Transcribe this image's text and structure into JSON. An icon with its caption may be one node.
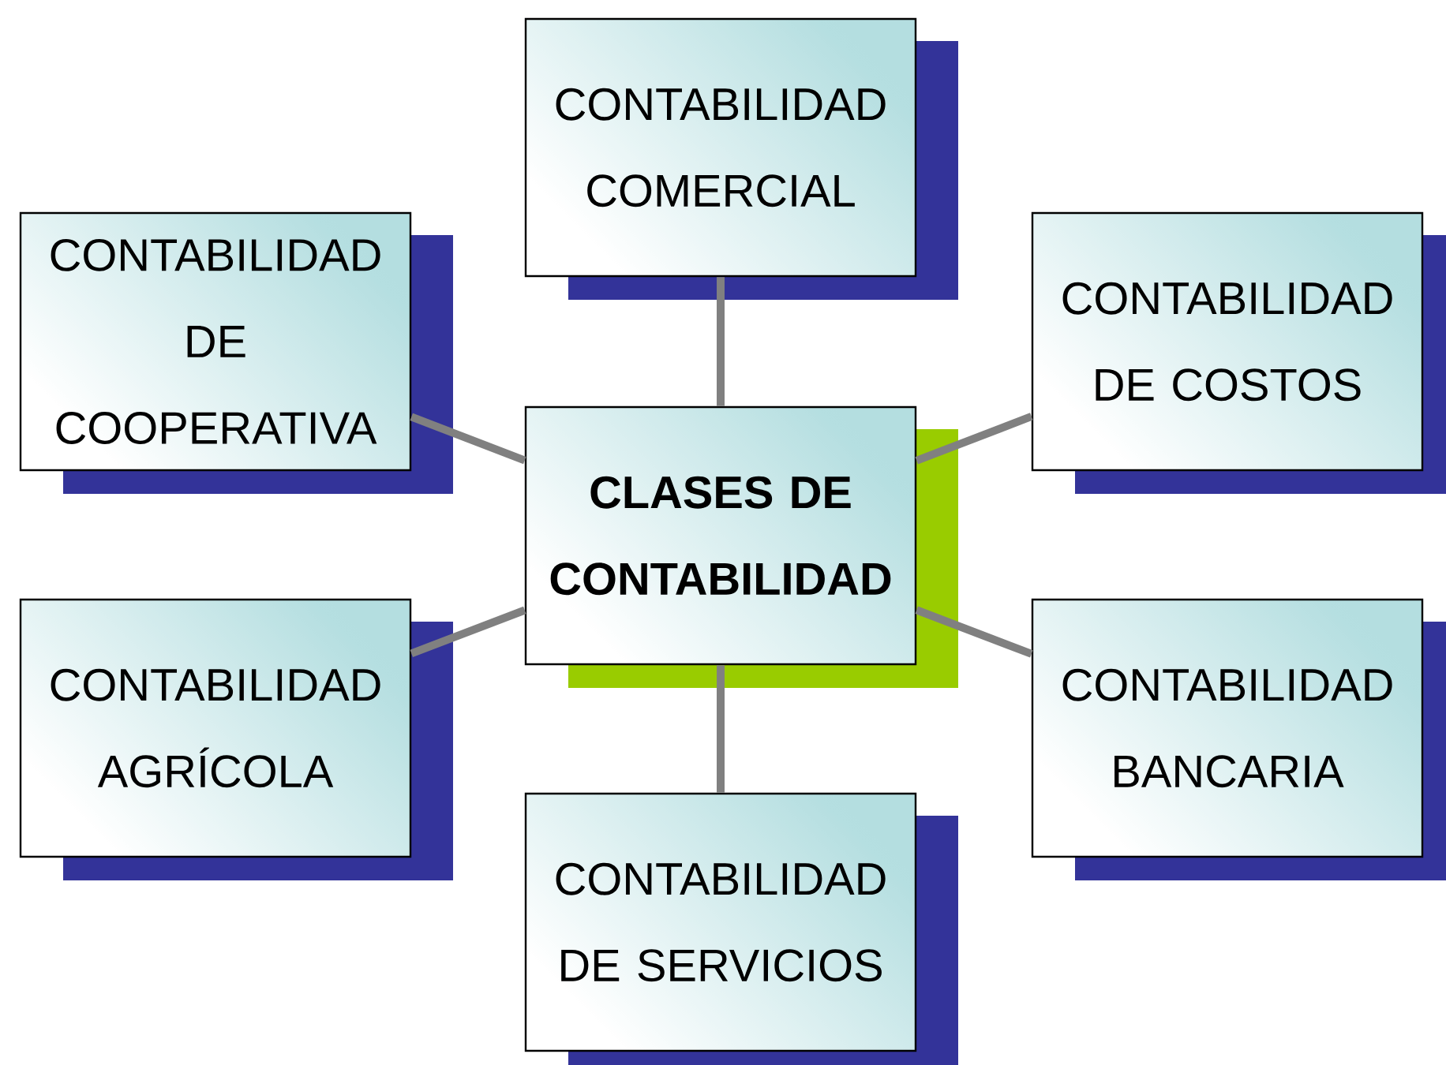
{
  "diagram": {
    "nodes": [
      {
        "text": [
          "CONTABILIDAD COMERCIAL"
        ]
      },
      {
        "text": [
          "CONTABILIDAD DE COOPERATIVA"
        ]
      },
      {
        "text": [
          "CONTABILIDAD DE COSTOS"
        ]
      },
      {
        "text": [
          "CLASES DE CONTABILIDAD"
        ]
      },
      {
        "text": [
          "CONTABILIDAD AGRÍCOLA"
        ]
      },
      {
        "text": [
          "CONTABILIDAD BANCARIA"
        ]
      },
      {
        "text": [
          "CONTABILIDAD DE SERVICIOS"
        ]
      }
    ],
    "edges": [
      {
        "from": 3,
        "to": 0,
        "arrow": "none"
      },
      {
        "from": 3,
        "to": 1,
        "arrow": "none"
      },
      {
        "from": 3,
        "to": 2,
        "arrow": "none"
      },
      {
        "from": 3,
        "to": 4,
        "arrow": "none"
      },
      {
        "from": 3,
        "to": 5,
        "arrow": "none"
      },
      {
        "from": 3,
        "to": 6,
        "arrow": "none"
      }
    ]
  }
}
